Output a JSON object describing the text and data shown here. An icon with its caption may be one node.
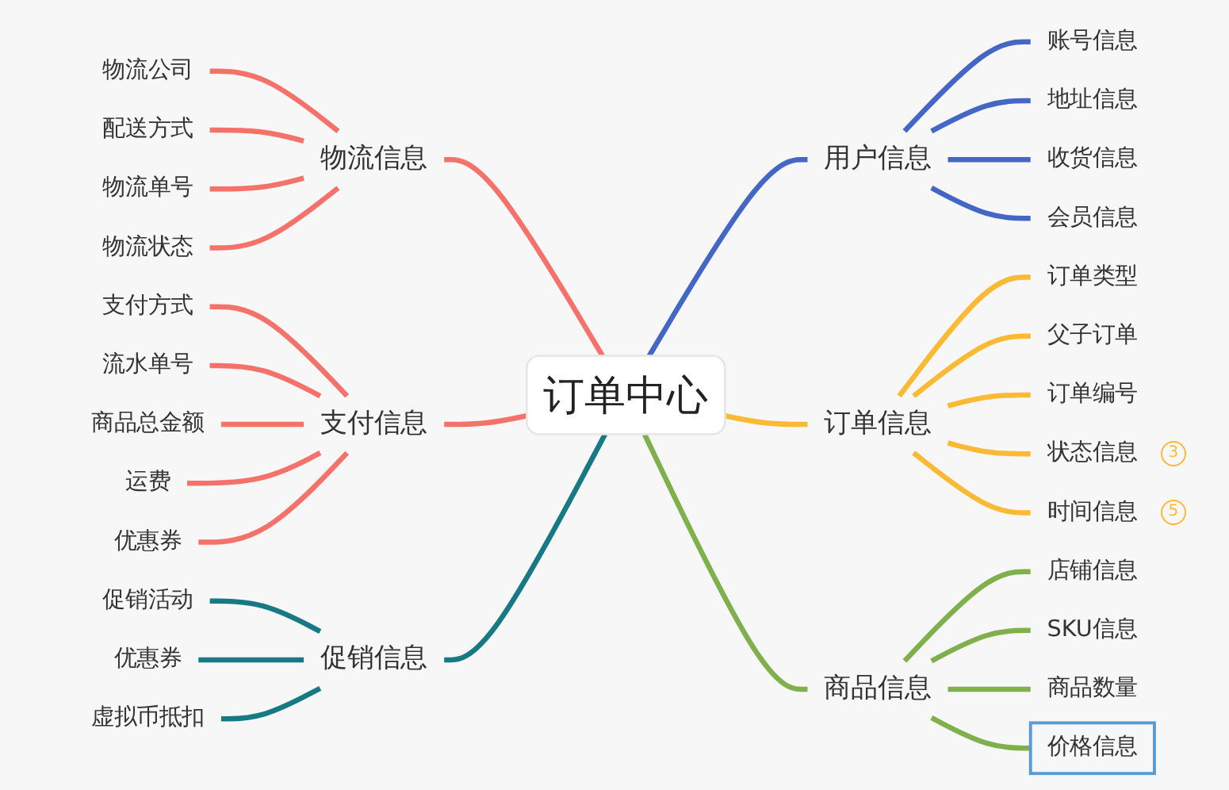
{
  "diagram": {
    "nodes": [
      {
        "text": [
          "订单中心"
        ]
      },
      {
        "text": [
          "用户信息"
        ]
      },
      {
        "text": [
          "账号信息"
        ]
      },
      {
        "text": [
          "地址信息"
        ]
      },
      {
        "text": [
          "收货信息"
        ]
      },
      {
        "text": [
          "会员信息"
        ]
      },
      {
        "text": [
          "订单信息"
        ]
      },
      {
        "text": [
          "订单类型"
        ]
      },
      {
        "text": [
          "父子订单"
        ]
      },
      {
        "text": [
          "订单编号"
        ]
      },
      {
        "text": [
          "状态信息"
        ],
        "beside": [
          "3"
        ]
      },
      {
        "text": [
          "时间信息"
        ],
        "beside": [
          "5"
        ]
      },
      {
        "text": [
          "商品信息"
        ]
      },
      {
        "text": [
          "店铺信息"
        ]
      },
      {
        "text": [
          "SKU信息"
        ]
      },
      {
        "text": [
          "商品数量"
        ]
      },
      {
        "text": [
          "价格信息"
        ]
      },
      {
        "text": [
          "物流信息"
        ]
      },
      {
        "text": [
          "物流公司"
        ]
      },
      {
        "text": [
          "配送方式"
        ]
      },
      {
        "text": [
          "物流单号"
        ]
      },
      {
        "text": [
          "物流状态"
        ]
      },
      {
        "text": [
          "支付信息"
        ]
      },
      {
        "text": [
          "支付方式"
        ]
      },
      {
        "text": [
          "流水单号"
        ]
      },
      {
        "text": [
          "商品总金额"
        ]
      },
      {
        "text": [
          "运费"
        ]
      },
      {
        "text": [
          "优惠券"
        ]
      },
      {
        "text": [
          "促销信息"
        ]
      },
      {
        "text": [
          "促销活动"
        ]
      },
      {
        "text": [
          "优惠券"
        ]
      },
      {
        "text": [
          "虚拟币抵扣"
        ]
      }
    ],
    "edges": [
      {
        "from": 0,
        "to": 1,
        "arrow": "none",
        "color": "#4466c4"
      },
      {
        "from": 1,
        "to": 2,
        "arrow": "none",
        "color": "#4466c4"
      },
      {
        "from": 1,
        "to": 3,
        "arrow": "none",
        "color": "#4466c4"
      },
      {
        "from": 1,
        "to": 4,
        "arrow": "none",
        "color": "#4466c4"
      },
      {
        "from": 1,
        "to": 5,
        "arrow": "none",
        "color": "#4466c4"
      },
      {
        "from": 0,
        "to": 6,
        "arrow": "none",
        "color": "#fbb934"
      },
      {
        "from": 6,
        "to": 7,
        "arrow": "none",
        "color": "#fbb934"
      },
      {
        "from": 6,
        "to": 8,
        "arrow": "none",
        "color": "#fbb934"
      },
      {
        "from": 6,
        "to": 9,
        "arrow": "none",
        "color": "#fbb934"
      },
      {
        "from": 6,
        "to": 10,
        "arrow": "none",
        "color": "#fbb934"
      },
      {
        "from": 6,
        "to": 11,
        "arrow": "none",
        "color": "#fbb934"
      },
      {
        "from": 0,
        "to": 12,
        "arrow": "none",
        "color": "#7fb04c"
      },
      {
        "from": 12,
        "to": 13,
        "arrow": "none",
        "color": "#7fb04c"
      },
      {
        "from": 12,
        "to": 14,
        "arrow": "none",
        "color": "#7fb04c"
      },
      {
        "from": 12,
        "to": 15,
        "arrow": "none",
        "color": "#7fb04c"
      },
      {
        "from": 12,
        "to": 16,
        "arrow": "none",
        "color": "#7fb04c"
      },
      {
        "from": 0,
        "to": 17,
        "arrow": "none",
        "color": "#f5726b"
      },
      {
        "from": 17,
        "to": 18,
        "arrow": "none",
        "color": "#f5726b"
      },
      {
        "from": 17,
        "to": 19,
        "arrow": "none",
        "color": "#f5726b"
      },
      {
        "from": 17,
        "to": 20,
        "arrow": "none",
        "color": "#f5726b"
      },
      {
        "from": 17,
        "to": 21,
        "arrow": "none",
        "color": "#f5726b"
      },
      {
        "from": 0,
        "to": 22,
        "arrow": "none",
        "color": "#f5726b"
      },
      {
        "from": 22,
        "to": 23,
        "arrow": "none",
        "color": "#f5726b"
      },
      {
        "from": 22,
        "to": 24,
        "arrow": "none",
        "color": "#f5726b"
      },
      {
        "from": 22,
        "to": 25,
        "arrow": "none",
        "color": "#f5726b"
      },
      {
        "from": 22,
        "to": 26,
        "arrow": "none",
        "color": "#f5726b"
      },
      {
        "from": 22,
        "to": 27,
        "arrow": "none",
        "color": "#f5726b"
      },
      {
        "from": 0,
        "to": 28,
        "arrow": "none",
        "color": "#167983"
      },
      {
        "from": 28,
        "to": 29,
        "arrow": "none",
        "color": "#167983"
      },
      {
        "from": 28,
        "to": 30,
        "arrow": "none",
        "color": "#167983"
      },
      {
        "from": 28,
        "to": 31,
        "arrow": "none",
        "color": "#167983"
      }
    ]
  }
}
